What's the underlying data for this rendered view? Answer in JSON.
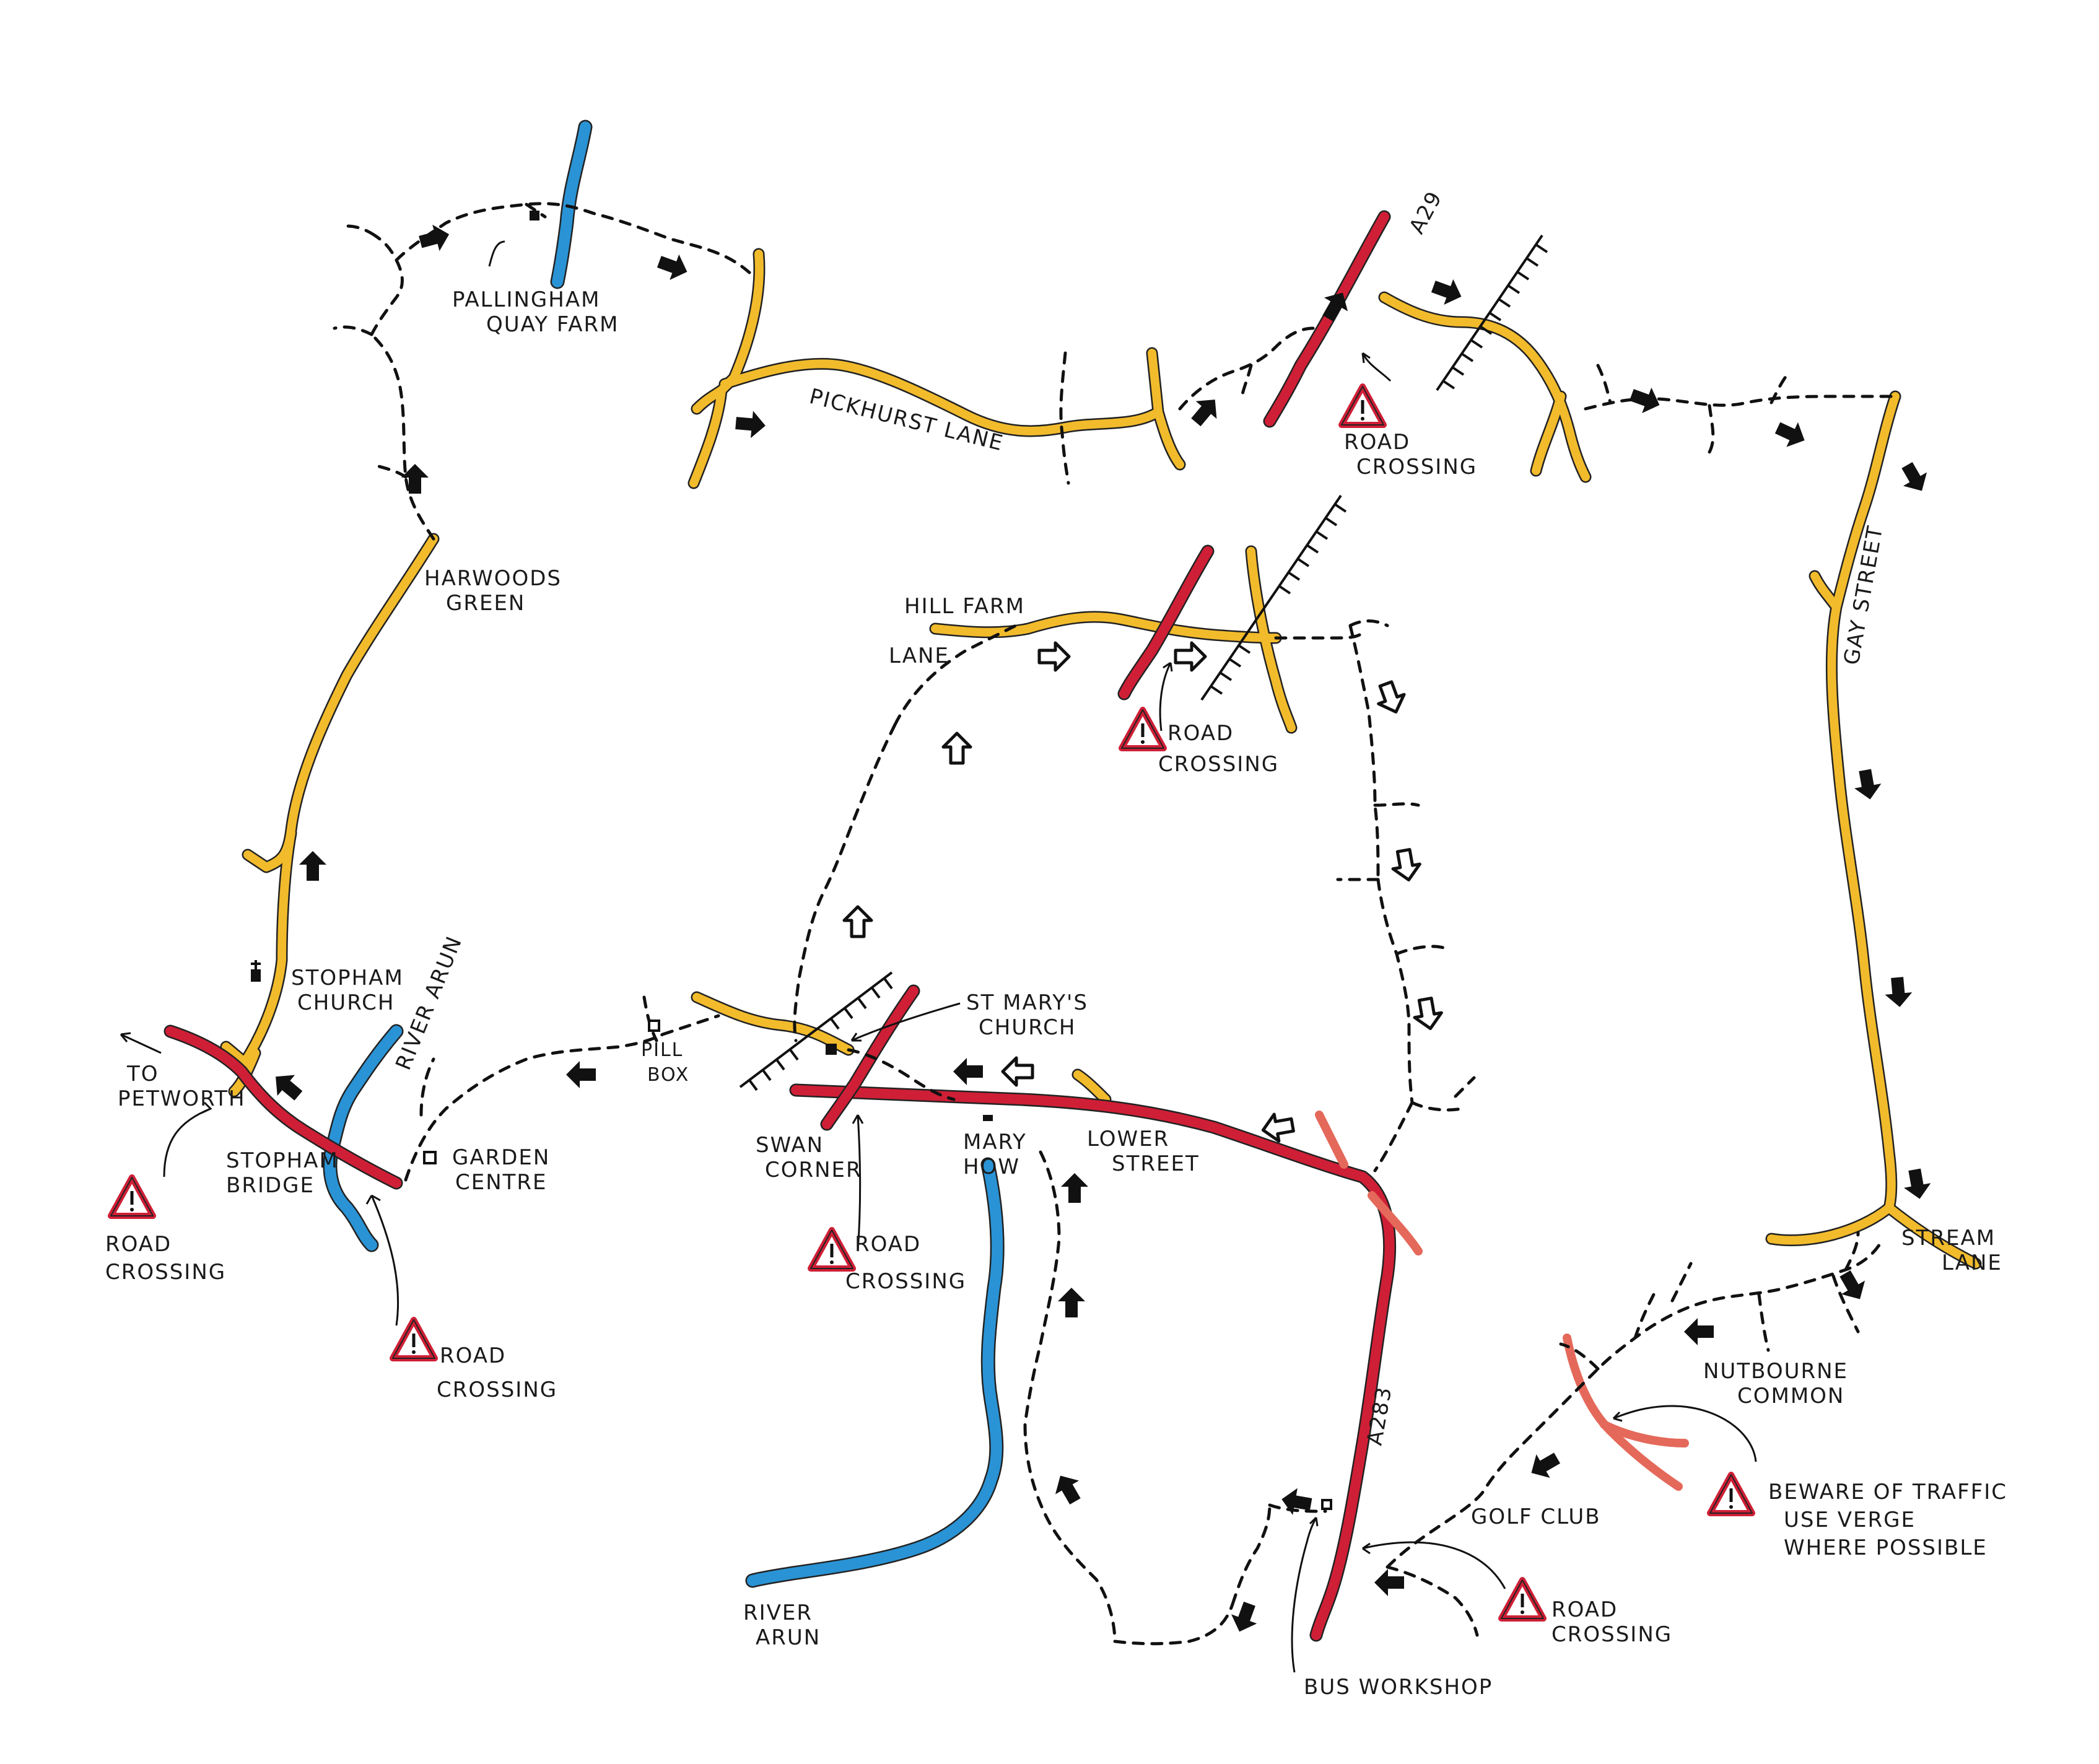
{
  "labels": {
    "pallingham": [
      "PALLINGHAM",
      "QUAY FARM"
    ],
    "pickhurst": "PICKHURST LANE",
    "a29": "A29",
    "road_crossing_top": [
      "ROAD",
      "CROSSING"
    ],
    "harwoods": [
      "HARWOODS",
      "GREEN"
    ],
    "hill_farm": [
      "HILL FARM",
      "LANE"
    ],
    "road_crossing_mid": [
      "ROAD",
      "CROSSING"
    ],
    "gay_street": "GAY STREET",
    "stopham_church": [
      "STOPHAM",
      "CHURCH"
    ],
    "river_arun_top": "RIVER ARUN",
    "to_petworth": [
      "TO",
      "PETWORTH"
    ],
    "stopham_bridge": [
      "STOPHAM",
      "BRIDGE"
    ],
    "garden_centre": [
      "GARDEN",
      "CENTRE"
    ],
    "road_crossing_left": [
      "ROAD",
      "CROSSING"
    ],
    "road_crossing_left2": [
      "ROAD",
      "CROSSING"
    ],
    "pill_box": [
      "PILL",
      "BOX"
    ],
    "st_marys": [
      "ST MARY'S",
      "CHURCH"
    ],
    "swan_corner": [
      "SWAN",
      "CORNER"
    ],
    "mary_how": [
      "MARY",
      "HOW"
    ],
    "lower_street": [
      "LOWER",
      "STREET"
    ],
    "road_crossing_swan": [
      "ROAD",
      "CROSSING"
    ],
    "stream_lane": [
      "STREAM",
      "LANE"
    ],
    "nutbourne": [
      "NUTBOURNE",
      "COMMON"
    ],
    "a283": "A283",
    "golf_club": "GOLF CLUB",
    "beware": [
      "BEWARE OF TRAFFIC",
      "USE VERGE",
      "WHERE POSSIBLE"
    ],
    "road_crossing_bus": [
      "ROAD",
      "CROSSING"
    ],
    "river_arun_bottom": [
      "RIVER",
      "ARUN"
    ],
    "bus_workshop": "BUS WORKSHOP"
  },
  "colors": {
    "lane": "#f2bb2c",
    "main_road": "#cf1f36",
    "minor_red": "#e4695a",
    "river": "#2a93d5",
    "warning": "#cf1f36"
  },
  "icons": {
    "warning": "warning-triangle-icon",
    "arrow": "direction-arrow-icon",
    "church": "church-cross-icon",
    "building": "building-marker-icon"
  }
}
